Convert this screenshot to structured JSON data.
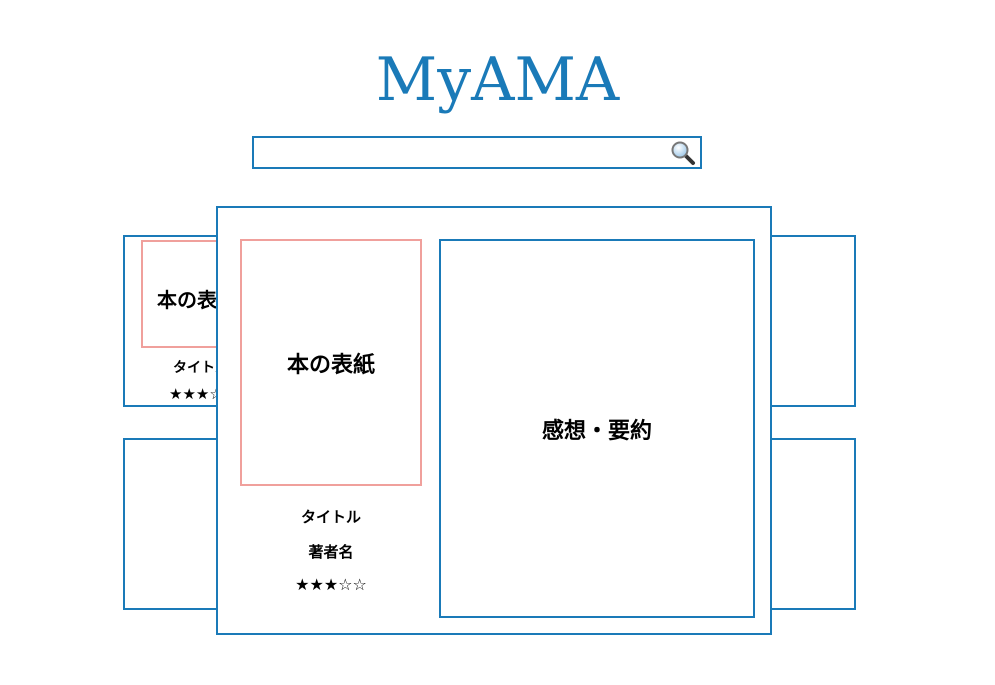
{
  "header": {
    "brand": "MyAMA"
  },
  "search": {
    "value": "",
    "placeholder": "",
    "icon": "magnifier-icon"
  },
  "background_cards": [
    {
      "cover_label": "本の表紙",
      "title": "タイトル",
      "stars": "★★★☆☆"
    },
    {}
  ],
  "detail": {
    "cover_label": "本の表紙",
    "title": "タイトル",
    "author": "著者名",
    "stars": "★★★☆☆",
    "review_label": "感想・要約"
  },
  "colors": {
    "accent": "#1a7ab8",
    "cover_border": "#f0a09c"
  }
}
